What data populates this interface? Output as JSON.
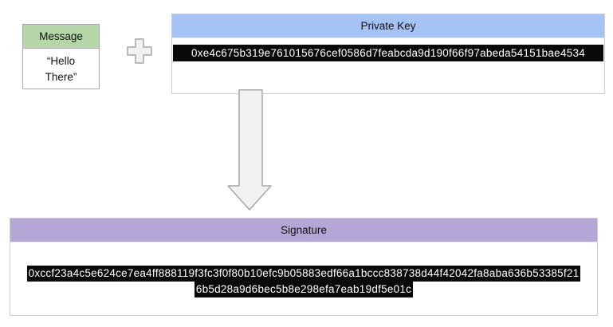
{
  "colors": {
    "message_header": "#b6d7a8",
    "private_key_header": "#a4c2f4",
    "signature_header": "#b4a7d6",
    "highlight_bg": "#0a0a0a",
    "highlight_text": "#ffffff",
    "shape_fill": "#f1f1f1",
    "shape_stroke": "#a6a6a6"
  },
  "message": {
    "title": "Message",
    "value": "“Hello There”"
  },
  "operator": {
    "icon": "plus"
  },
  "private_key": {
    "title": "Private Key",
    "value": "0xe4c675b319e761015676cef0586d7feabcda9d190f66f97abeda54151bae4534"
  },
  "flow": {
    "icon": "arrow-down"
  },
  "signature": {
    "title": "Signature",
    "value": "0xccf23a4c5e624ce7ea4ff888119f3fc3f0f80b10efc9b05883edf66a1bccc838738d44f42042fa8aba636b53385f216b5d28a9d6bec5b8e298efa7eab19df5e01c",
    "value_lines": [
      "0xccf23a4c5e624ce7ea4ff888119f3fc3f0f80b10efc9b05883edf66a1bccc838738d44f42042fa8aba636b53385f21",
      "6b5d28a9d6bec5b8e298efa7eab19df5e01c"
    ]
  }
}
